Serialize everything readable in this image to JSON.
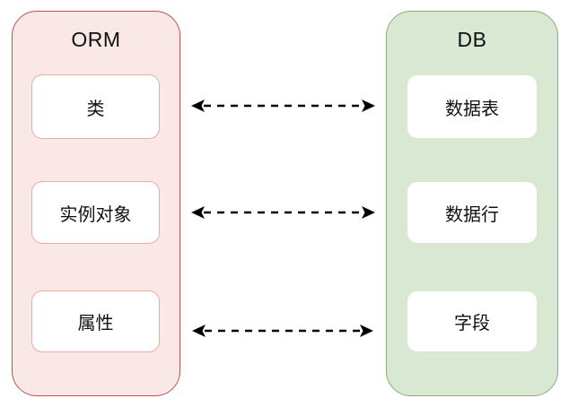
{
  "page": {
    "background": "#ffffff",
    "text_color": "#111111"
  },
  "orm": {
    "title": "ORM",
    "items": [
      "类",
      "实例对象",
      "属性"
    ],
    "fill": "#fae8e6",
    "stroke": "#b85450",
    "node_fill": "#ffffff",
    "node_stroke": "#eeaba4"
  },
  "db": {
    "title": "DB",
    "items": [
      "数据表",
      "数据行",
      "字段"
    ],
    "fill": "#d9e8d3",
    "stroke": "#8cab78",
    "node_fill": "#ffffff",
    "node_stroke": "#d6e7cd"
  },
  "arrows": {
    "color": "#000000",
    "line_style": "dashed",
    "heads": "both-ends",
    "mappings": [
      {
        "from": "类",
        "to": "数据表"
      },
      {
        "from": "实例对象",
        "to": "数据行"
      },
      {
        "from": "属性",
        "to": "字段"
      }
    ]
  }
}
